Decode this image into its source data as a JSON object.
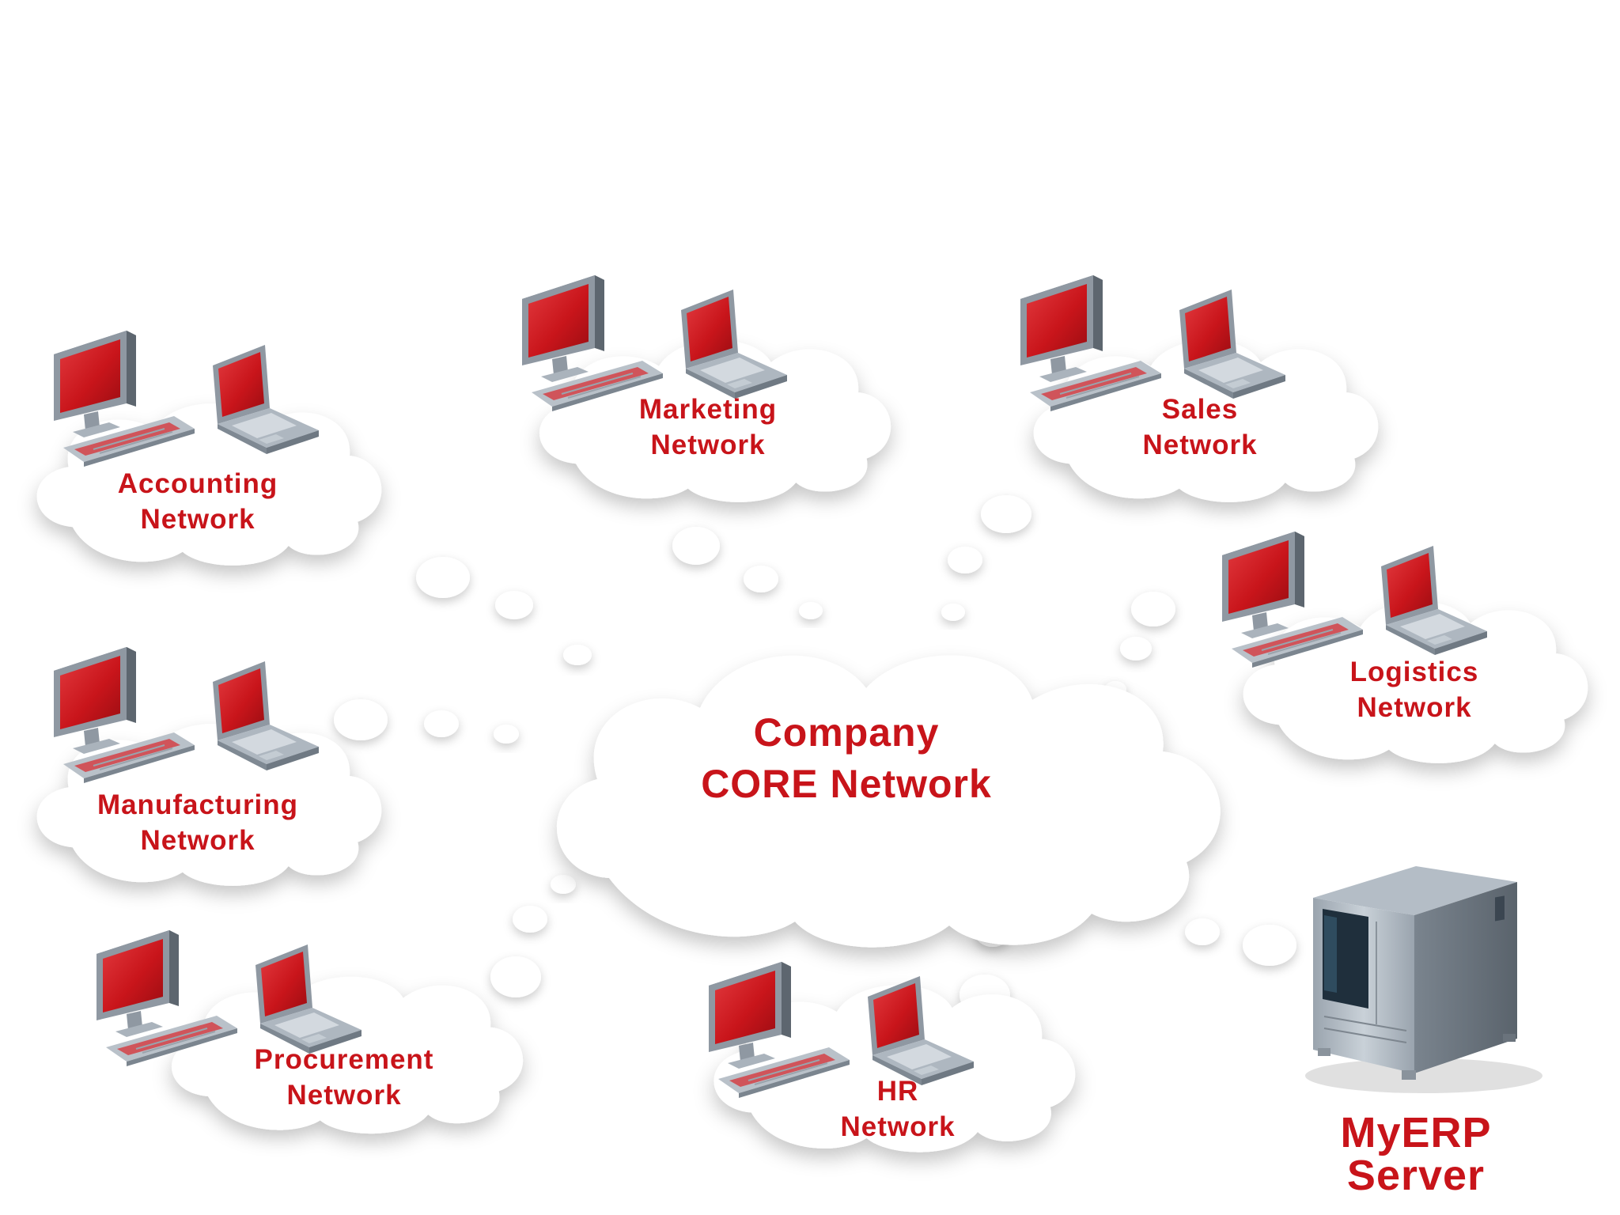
{
  "networks": {
    "accounting": {
      "line1": "Accounting",
      "line2": "Network"
    },
    "marketing": {
      "line1": "Marketing",
      "line2": "Network"
    },
    "sales": {
      "line1": "Sales",
      "line2": "Network"
    },
    "logistics": {
      "line1": "Logistics",
      "line2": "Network"
    },
    "manufacturing": {
      "line1": "Manufacturing",
      "line2": "Network"
    },
    "procurement": {
      "line1": "Procurement",
      "line2": "Network"
    },
    "hr": {
      "line1": "HR",
      "line2": "Network"
    }
  },
  "core": {
    "line1": "Company",
    "line2": "CORE Network"
  },
  "server": {
    "line1": "MyERP",
    "line2": "Server"
  },
  "colors": {
    "label": "#c8141a",
    "screen_red": "#c9151b",
    "device_gray": "#8f98a2",
    "cloud": "#ffffff",
    "cloud_shadow": "#cfcfcf"
  },
  "icons": [
    "desktop-computer-icon",
    "laptop-icon",
    "server-tower-icon",
    "cloud-icon"
  ]
}
